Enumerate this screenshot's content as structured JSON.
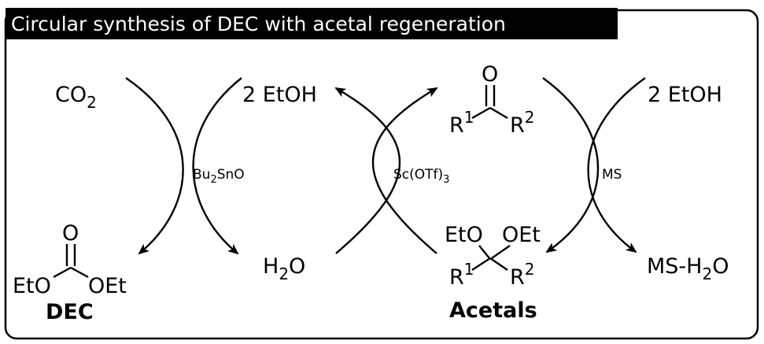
{
  "title": "Circular synthesis of DEC with acetal regeneration",
  "colors": {
    "banner": "#000000",
    "banner_text": "#ffffff",
    "frame": "#000000",
    "ink": "#000000",
    "background": "#ffffff"
  },
  "reactants": {
    "co2": {
      "main": "CO",
      "sub": "2"
    },
    "etoh_left": "2 EtOH",
    "etoh_right": "2 EtOH",
    "ketone": {
      "oxygen": "O",
      "r1": {
        "main": "R",
        "sup": "1"
      },
      "r2": {
        "main": "R",
        "sup": "2"
      }
    }
  },
  "products": {
    "dec": {
      "oxygen": "O",
      "left": "EtO",
      "right": "OEt",
      "label": "DEC"
    },
    "water": {
      "pre": "H",
      "sub": "2",
      "post": "O"
    },
    "acetal": {
      "top_left": "EtO",
      "top_right": "OEt",
      "r1": {
        "main": "R",
        "sup": "1"
      },
      "r2": {
        "main": "R",
        "sup": "2"
      },
      "label": "Acetals"
    },
    "ms_water": {
      "pre": "MS-H",
      "sub": "2",
      "post": "O"
    }
  },
  "catalysts": {
    "tin": {
      "pre": "Bu",
      "sub": "2",
      "post": "SnO"
    },
    "scandium": {
      "pre": "Sc(OTf)",
      "sub": "3"
    },
    "sieve": "MS"
  }
}
